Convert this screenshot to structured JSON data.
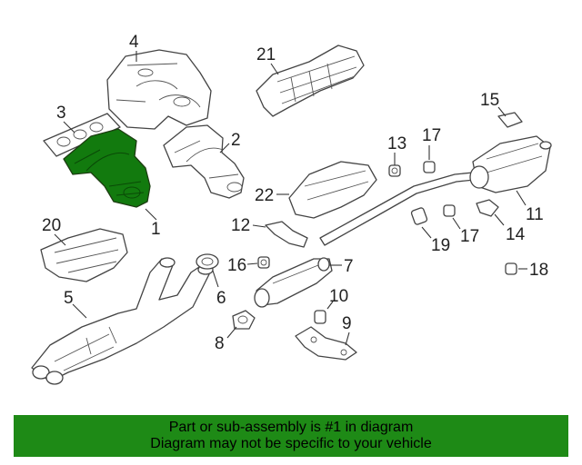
{
  "callouts": {
    "c1": "1",
    "c2": "2",
    "c3": "3",
    "c4": "4",
    "c5": "5",
    "c6": "6",
    "c7": "7",
    "c8": "8",
    "c9": "9",
    "c10": "10",
    "c11": "11",
    "c12": "12",
    "c13": "13",
    "c14": "14",
    "c15": "15",
    "c16": "16",
    "c17a": "17",
    "c17b": "17",
    "c18": "18",
    "c19": "19",
    "c20": "20",
    "c21": "21",
    "c22": "22"
  },
  "highlight_color": "#127a0e",
  "banner": {
    "line1": "Part or sub-assembly is #1 in diagram",
    "line2": "Diagram may not be specific to your vehicle",
    "background": "#1e8a16"
  }
}
